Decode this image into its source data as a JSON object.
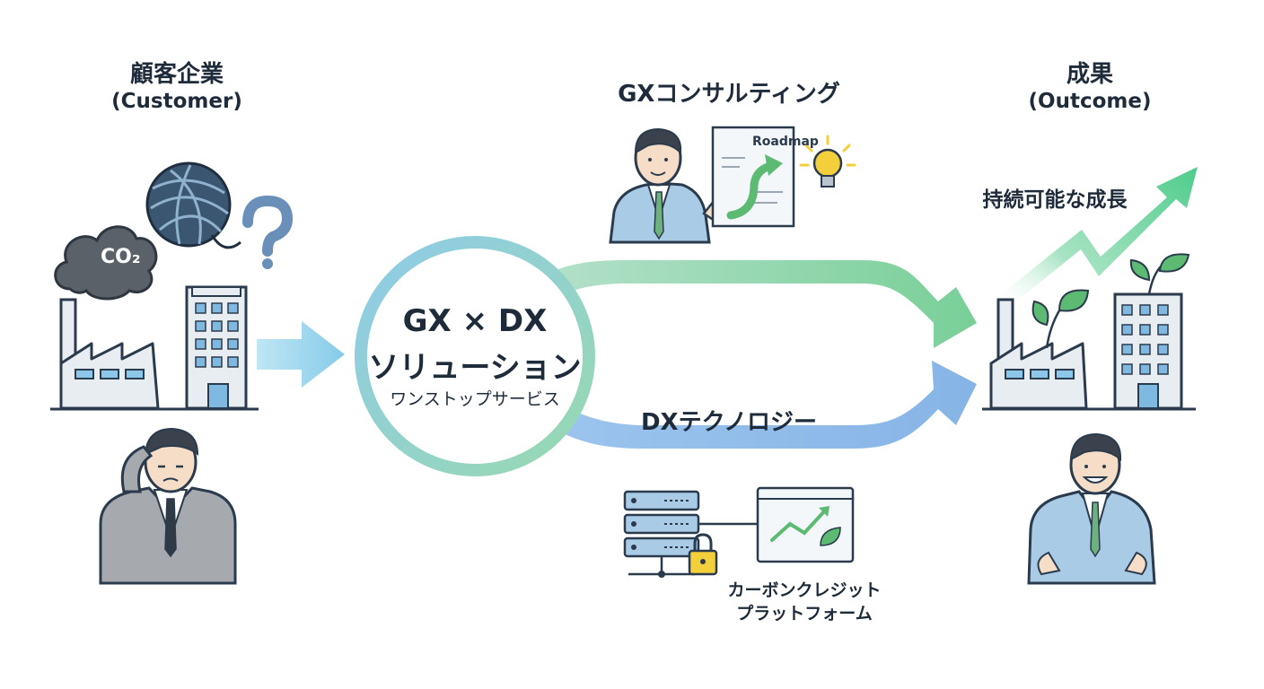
{
  "customer": {
    "title": "顧客企業",
    "subtitle": "(Customer)",
    "co2_label": "CO₂"
  },
  "hub": {
    "line1": "GX × DX",
    "line2": "ソリューション",
    "line3": "ワンストップサービス"
  },
  "gx_consulting": {
    "label": "GXコンサルティング",
    "roadmap_label": "Roadmap"
  },
  "dx_technology": {
    "label": "DXテクノロジー",
    "carbon_line1": "カーボンクレジット",
    "carbon_line2": "プラットフォーム"
  },
  "outcome": {
    "title": "成果",
    "subtitle": "(Outcome)",
    "growth_label": "持続可能な成長"
  },
  "colors": {
    "ink": "#1e2b3a",
    "green": "#86d3a7",
    "blue": "#8db8e8",
    "sky": "#8fd0ea",
    "bulb": "#f3cf3b",
    "co2_cloud": "#5b6168"
  }
}
